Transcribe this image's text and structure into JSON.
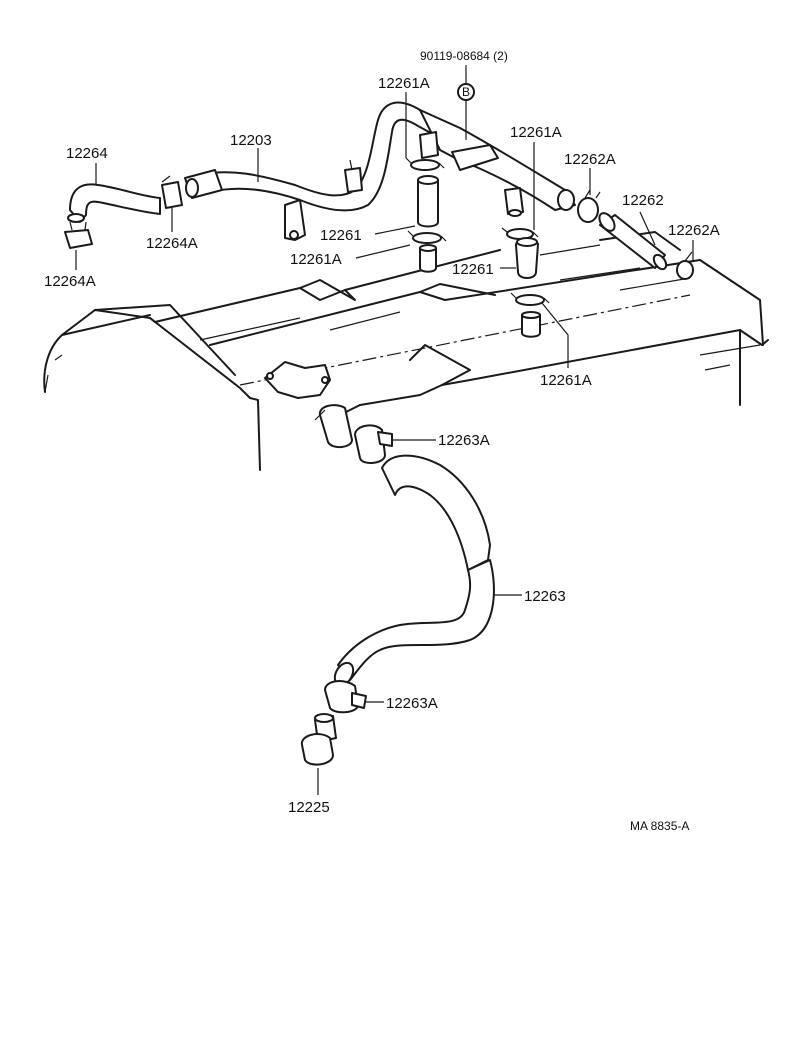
{
  "labels": {
    "p90119": "90119-08684 (2)",
    "mark_b": "B",
    "p12261a_top": "12261A",
    "p12203": "12203",
    "p12264": "12264",
    "p12264a_1": "12264A",
    "p12264a_2": "12264A",
    "p12261_left": "12261",
    "p12261a_left": "12261A",
    "p12261a_right": "12261A",
    "p12262a_top": "12262A",
    "p12262": "12262",
    "p12262a_right": "12262A",
    "p12261_right": "12261",
    "p12261a_bottom": "12261A",
    "p12263a_top": "12263A",
    "p12263": "12263",
    "p12263a_bottom": "12263A",
    "p12225": "12225",
    "code": "MA  8835-A"
  }
}
